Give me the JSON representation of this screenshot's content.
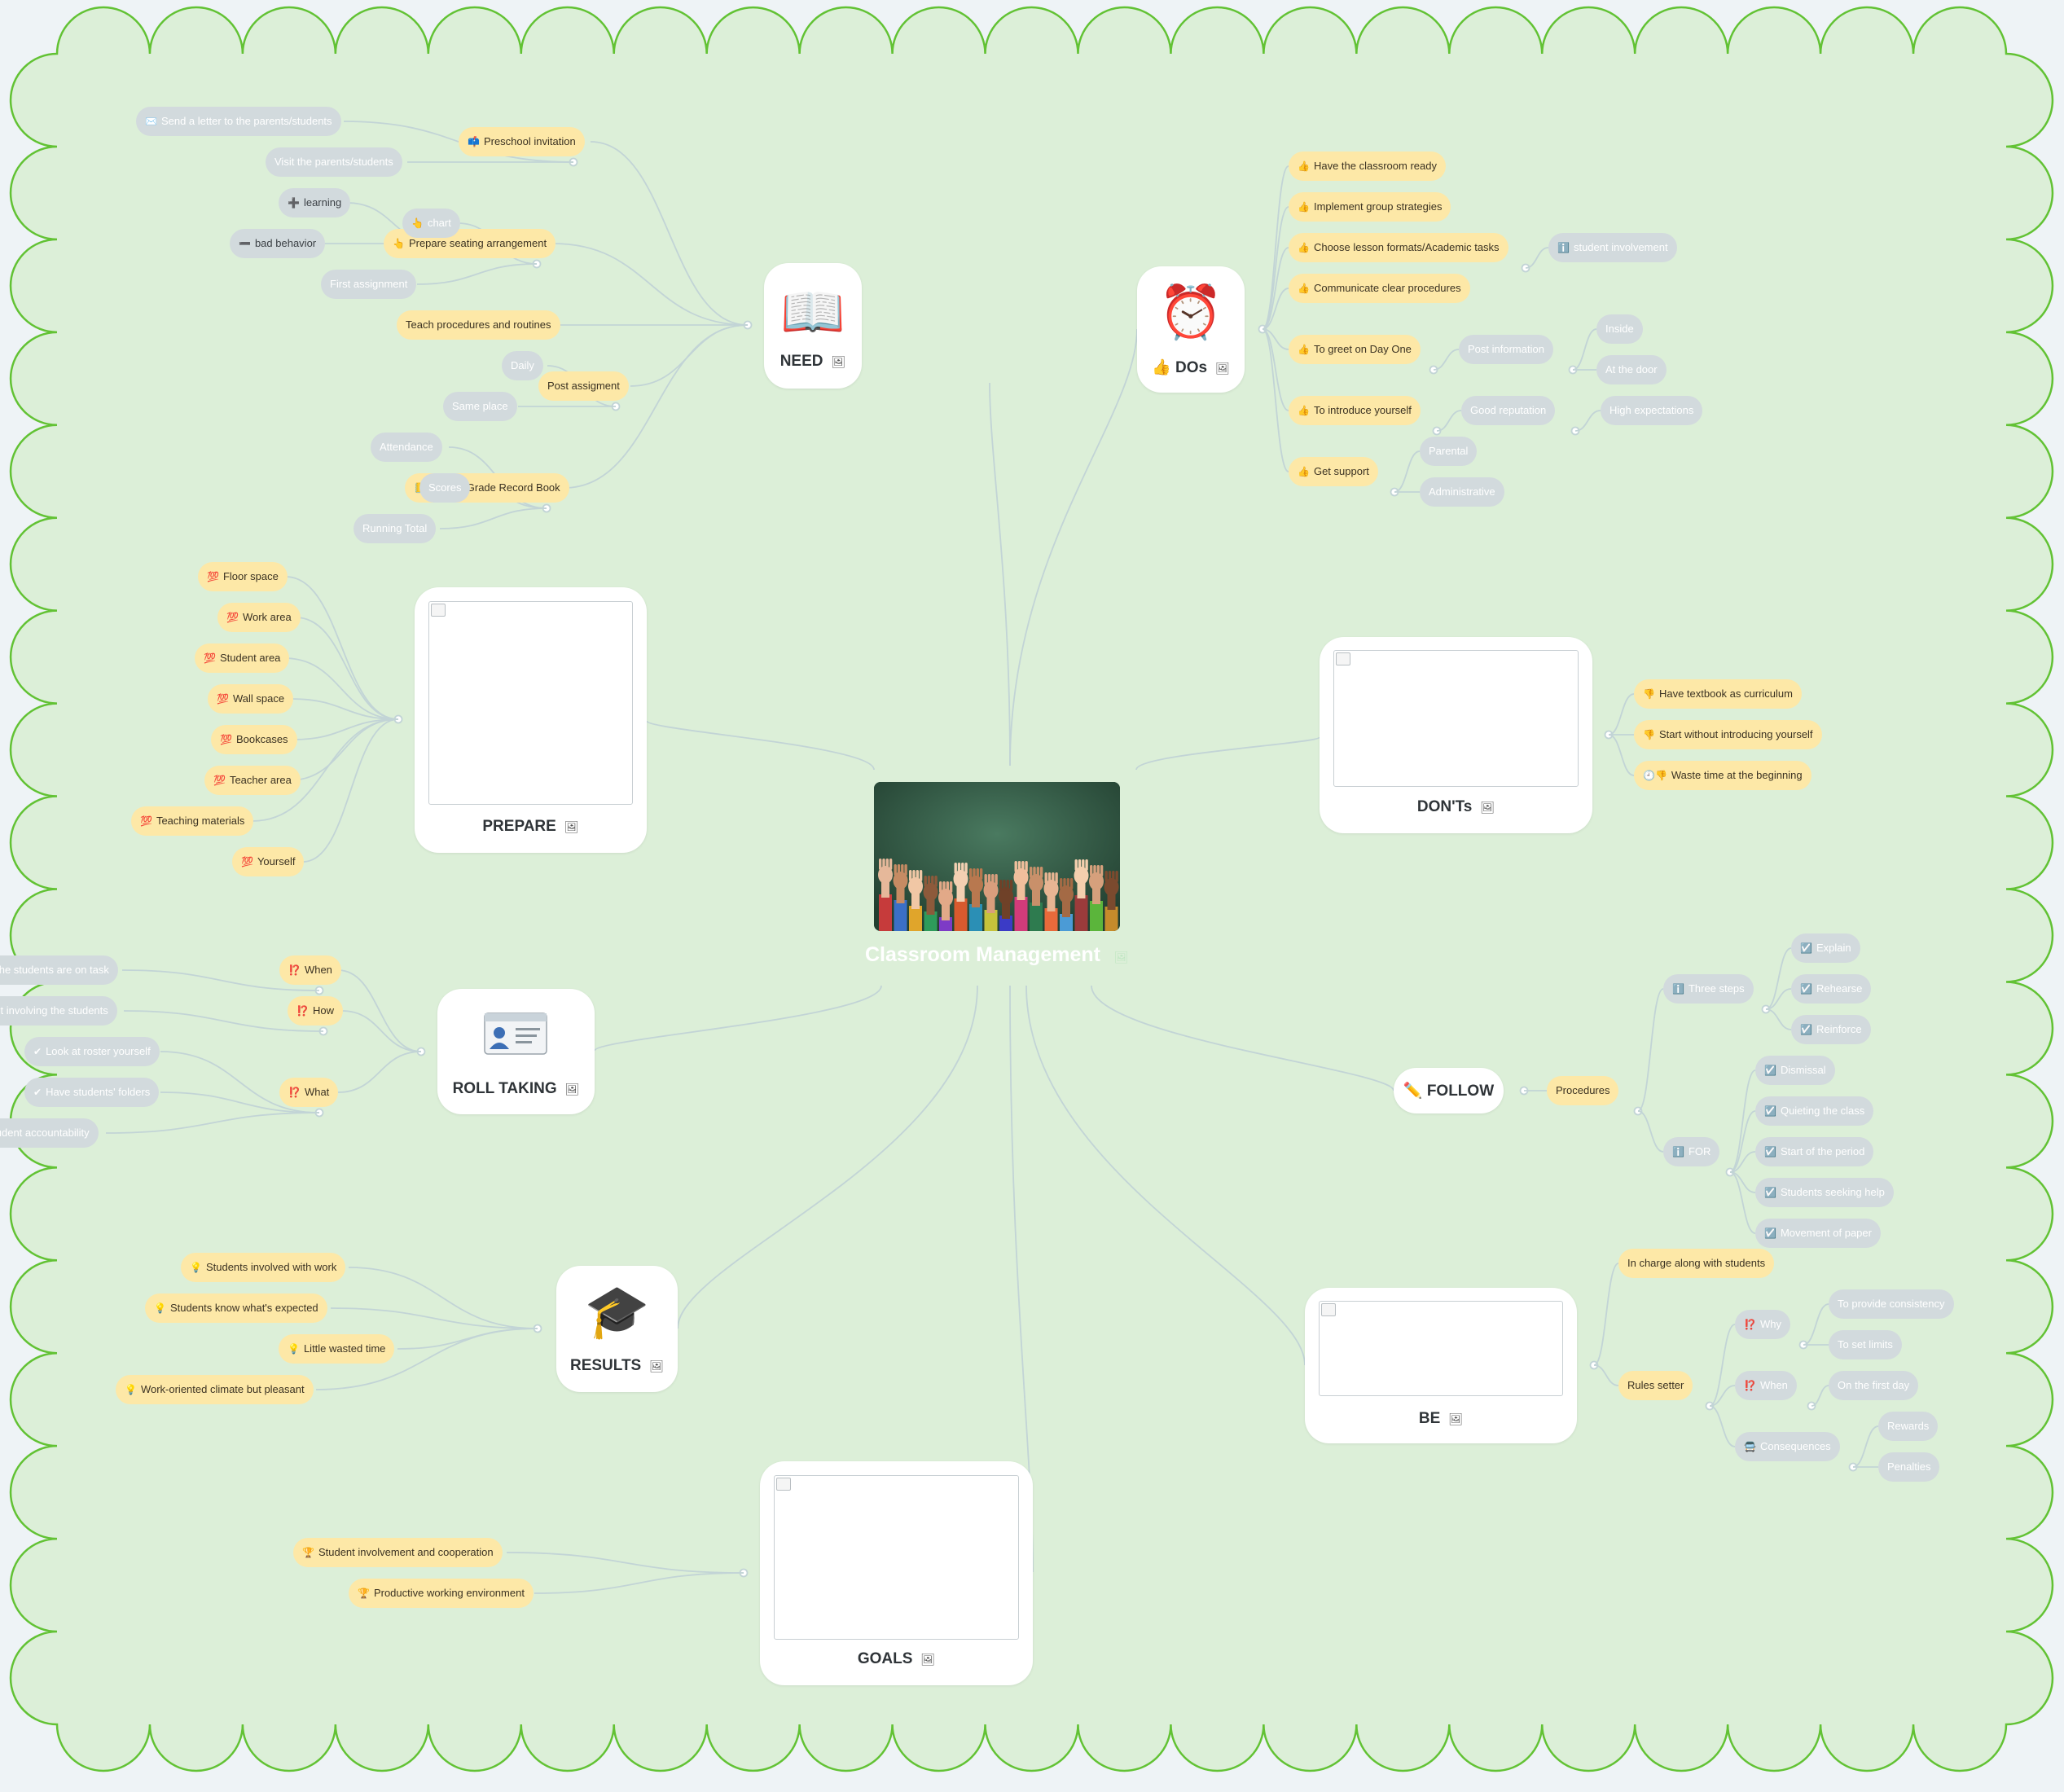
{
  "colors": {
    "canvas": "#dcefd8",
    "border": "#62c234",
    "connector": "#c2d4d6",
    "leaf_yellow": "#fde8a7",
    "leaf_gray": "#d2dadd",
    "card": "#ffffff"
  },
  "central": {
    "title": "Classroom Management",
    "picture_icon": "🖼"
  },
  "branches": {
    "need": {
      "title": "NEED",
      "icon": "open-book-icon"
    },
    "dos": {
      "title": "DOs",
      "prefix": "👍",
      "icon": "alarm-clock-icon"
    },
    "prepare": {
      "title": "PREPARE"
    },
    "donts": {
      "title": "DON'Ts"
    },
    "roll": {
      "title": "ROLL TAKING",
      "icon": "id-card-icon"
    },
    "follow": {
      "title": "FOLLOW",
      "prefix": "✏️"
    },
    "results": {
      "title": "RESULTS",
      "icon": "graduation-cap-icon"
    },
    "be": {
      "title": "BE"
    },
    "goals": {
      "title": "GOALS"
    }
  },
  "nodes": {
    "need_preschool": "Preschool invitation",
    "need_letter": "Send a letter to the parents/students",
    "need_visit": "Visit the parents/students",
    "need_seating": "Prepare seating arrangement",
    "need_chart": "chart",
    "need_learning": "learning",
    "need_bad": "bad behavior",
    "need_first": "First assignment",
    "need_teach": "Teach procedures and routines",
    "need_post": "Post assigment",
    "need_daily": "Daily",
    "need_same": "Same place",
    "need_grade": "Have a Grade Record Book",
    "need_attendance": "Attendance",
    "need_scores": "Scores",
    "need_running": "Running Total",
    "dos_ready": "Have the classroom ready",
    "dos_group": "Implement group strategies",
    "dos_lesson": "Choose lesson formats/Academic tasks",
    "dos_involve": "student involvement",
    "dos_comm": "Communicate clear procedures",
    "dos_greet": "To greet on Day One",
    "dos_postinfo": "Post information",
    "dos_inside": "Inside",
    "dos_door": "At the door",
    "dos_intro": "To introduce yourself",
    "dos_goodrep": "Good reputation",
    "dos_high": "High expectations",
    "dos_support": "Get support",
    "dos_parental": "Parental",
    "dos_admin": "Administrative",
    "prep_floor": "Floor space",
    "prep_work": "Work area",
    "prep_student": "Student area",
    "prep_wall": "Wall space",
    "prep_book": "Bookcases",
    "prep_teacher": "Teacher area",
    "prep_mat": "Teaching materials",
    "prep_your": "Yourself",
    "dont_text": "Have textbook as curriculum",
    "dont_start": "Start without introducing yourself",
    "dont_waste": "Waste time at the beginning",
    "roll_when": "When",
    "roll_how": "How",
    "roll_what": "What",
    "roll_after": "After the students are on task",
    "roll_without": "Without involving the students",
    "roll_look": "Look at roster yourself",
    "roll_folders": "Have students' folders",
    "roll_interactive": "Interactive student accountability",
    "fol_proc": "Procedures",
    "fol_three": "Three steps",
    "fol_explain": "Explain",
    "fol_rehearse": "Rehearse",
    "fol_reinforce": "Reinforce",
    "fol_for": "FOR",
    "fol_dismissal": "Dismissal",
    "fol_quieting": "Quieting the class",
    "fol_start": "Start of the period",
    "fol_help": "Students seeking help",
    "fol_paper": "Movement of paper",
    "res_work": "Students involved with work",
    "res_know": "Students know what's expected",
    "res_little": "Little wasted time",
    "res_climate": "Work-oriented climate but pleasant",
    "be_charge": "In charge along with students",
    "be_rules": "Rules setter",
    "be_why": "Why",
    "be_consist": "To provide consistency",
    "be_limits": "To set limits",
    "be_when": "When",
    "be_first": "On the first day",
    "be_conseq": "Consequences",
    "be_rewards": "Rewards",
    "be_penalties": "Penalties",
    "goal_involve": "Student involvement and cooperation",
    "goal_prod": "Productive working environment"
  }
}
